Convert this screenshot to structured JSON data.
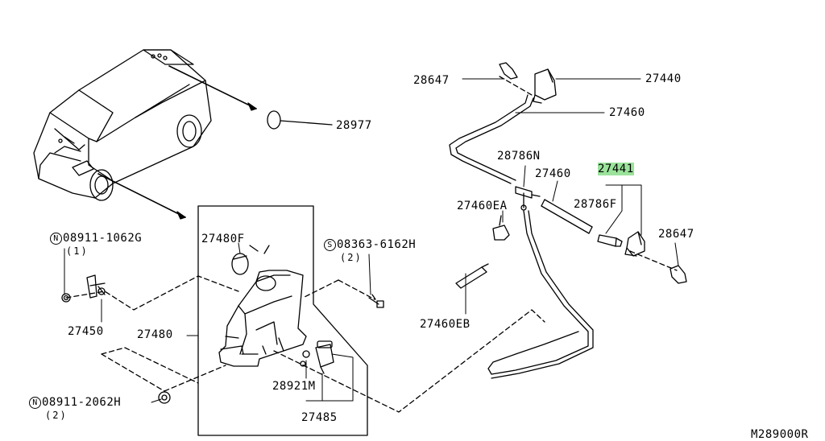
{
  "labels": {
    "p28647_top": "28647",
    "p27440": "27440",
    "p27460_top": "27460",
    "p28977": "28977",
    "p28786N": "28786N",
    "p27460_mid": "27460",
    "p27441": "27441",
    "p27460EA": "27460EA",
    "p28786F": "28786F",
    "p28647_right": "28647",
    "p27480F": "27480F",
    "p08911_1062G": "08911-1062G",
    "p08911_1062G_qty": "(1)",
    "p08363_6162H": "08363-6162H",
    "p08363_6162H_qty": "(2)",
    "p27450": "27450",
    "p27480": "27480",
    "p27460EB": "27460EB",
    "p28921M": "28921M",
    "p27485": "27485",
    "p08911_2062H": "08911-2062H",
    "p08911_2062H_qty": "(2)",
    "diagram_code": "M289000R"
  },
  "prefix_symbols": {
    "nut_top": "N",
    "bolt": "S",
    "nut_bottom": "N"
  },
  "highlight_color": "#9be39b"
}
